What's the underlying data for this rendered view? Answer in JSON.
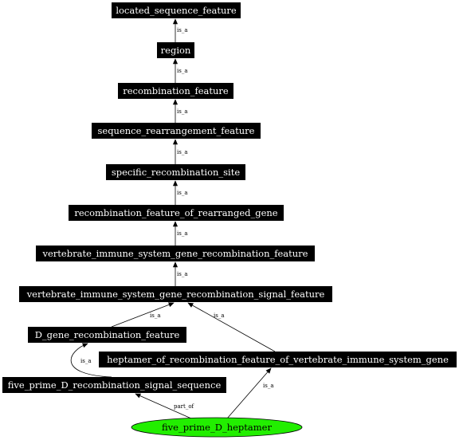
{
  "nodes": [
    {
      "id": "located_sequence_feature",
      "label": "located_sequence_feature"
    },
    {
      "id": "region",
      "label": "region"
    },
    {
      "id": "recombination_feature",
      "label": "recombination_feature"
    },
    {
      "id": "sequence_rearrangement_feature",
      "label": "sequence_rearrangement_feature"
    },
    {
      "id": "specific_recombination_site",
      "label": "specific_recombination_site"
    },
    {
      "id": "recombination_feature_of_rearranged_gene",
      "label": "recombination_feature_of_rearranged_gene"
    },
    {
      "id": "vertebrate_immune_system_gene_recombination_feature",
      "label": "vertebrate_immune_system_gene_recombination_feature"
    },
    {
      "id": "vertebrate_immune_system_gene_recombination_signal_feature",
      "label": "vertebrate_immune_system_gene_recombination_signal_feature"
    },
    {
      "id": "D_gene_recombination_feature",
      "label": "D_gene_recombination_feature"
    },
    {
      "id": "heptamer_of_recombination_feature_of_vertebrate_immune_system_gene",
      "label": "heptamer_of_recombination_feature_of_vertebrate_immune_system_gene"
    },
    {
      "id": "five_prime_D_recombination_signal_sequence",
      "label": "five_prime_D_recombination_signal_sequence"
    },
    {
      "id": "five_prime_D_heptamer",
      "label": "five_prime_D_heptamer",
      "highlight_color": "#22ee00"
    }
  ],
  "edges": [
    {
      "from": "region",
      "to": "located_sequence_feature",
      "label": "is_a"
    },
    {
      "from": "recombination_feature",
      "to": "region",
      "label": "is_a"
    },
    {
      "from": "sequence_rearrangement_feature",
      "to": "recombination_feature",
      "label": "is_a"
    },
    {
      "from": "specific_recombination_site",
      "to": "sequence_rearrangement_feature",
      "label": "is_a"
    },
    {
      "from": "recombination_feature_of_rearranged_gene",
      "to": "specific_recombination_site",
      "label": "is_a"
    },
    {
      "from": "vertebrate_immune_system_gene_recombination_feature",
      "to": "recombination_feature_of_rearranged_gene",
      "label": "is_a"
    },
    {
      "from": "vertebrate_immune_system_gene_recombination_signal_feature",
      "to": "vertebrate_immune_system_gene_recombination_feature",
      "label": "is_a"
    },
    {
      "from": "D_gene_recombination_feature",
      "to": "vertebrate_immune_system_gene_recombination_signal_feature",
      "label": "is_a"
    },
    {
      "from": "heptamer_of_recombination_feature_of_vertebrate_immune_system_gene",
      "to": "vertebrate_immune_system_gene_recombination_signal_feature",
      "label": "is_a"
    },
    {
      "from": "five_prime_D_recombination_signal_sequence",
      "to": "D_gene_recombination_feature",
      "label": "is_a"
    },
    {
      "from": "five_prime_D_heptamer",
      "to": "five_prime_D_recombination_signal_sequence",
      "label": "part_of"
    },
    {
      "from": "five_prime_D_heptamer",
      "to": "heptamer_of_recombination_feature_of_vertebrate_immune_system_gene",
      "label": "is_a"
    }
  ]
}
